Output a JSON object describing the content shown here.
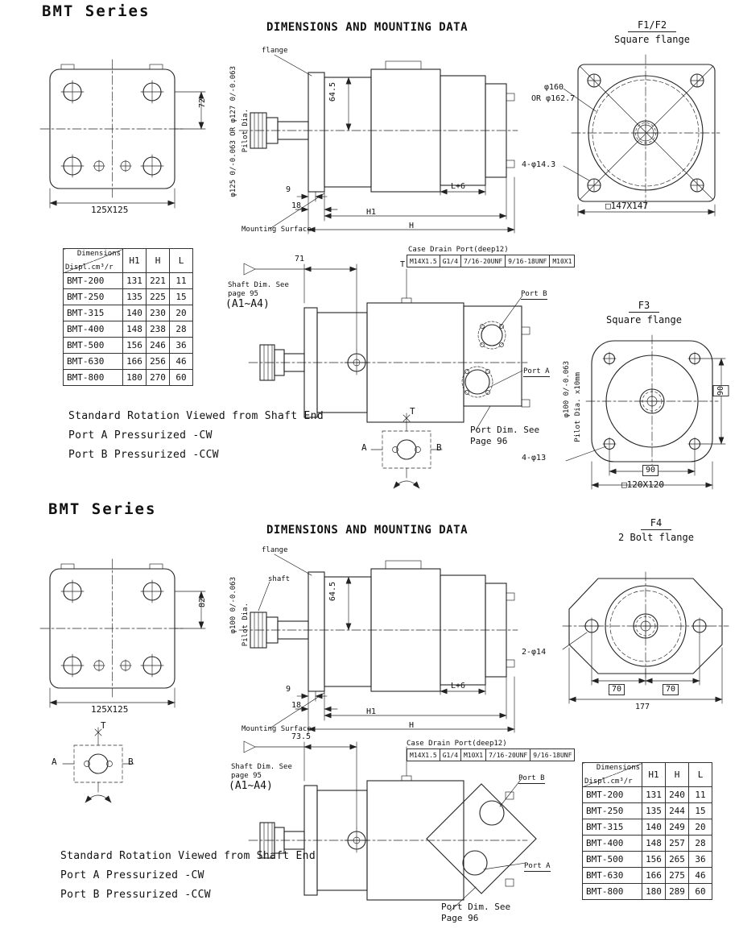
{
  "sections": [
    {
      "title": "BMT Series",
      "heading": "DIMENSIONS AND MOUNTING DATA",
      "front_view": {
        "height_dim": "72",
        "square_dim": "125X125"
      },
      "side_view": {
        "flange_label": "flange",
        "height_dim": "64.5",
        "pilot_dim": "φ125 0/-0.063 OR φ127 0/-0.063",
        "pilot_label": "Pilot Dia.",
        "dim_9": "9",
        "dim_18": "18",
        "dim_l_plus_6": "L+6",
        "dim_h1": "H1",
        "dim_h": "H",
        "mounting_surface": "Mounting Surface"
      },
      "flange_detail": {
        "code": "F1/F2",
        "name": "Square flange",
        "pilot_dia": "φ160",
        "pilot_dia_alt": "OR φ162.7",
        "bolt_holes": "4-φ14.3",
        "square_dim": "□147X147"
      },
      "dim_table": {
        "corner_top": "Dimensions",
        "corner_bottom": "Displ.cm³/r",
        "columns": [
          "H1",
          "H",
          "L"
        ],
        "rows": [
          [
            "BMT-200",
            "131",
            "221",
            "11"
          ],
          [
            "BMT-250",
            "135",
            "225",
            "15"
          ],
          [
            "BMT-315",
            "140",
            "230",
            "20"
          ],
          [
            "BMT-400",
            "148",
            "238",
            "28"
          ],
          [
            "BMT-500",
            "156",
            "246",
            "36"
          ],
          [
            "BMT-630",
            "166",
            "256",
            "46"
          ],
          [
            "BMT-800",
            "180",
            "270",
            "60"
          ]
        ]
      },
      "assembly": {
        "offset_dim": "71",
        "t_label": "T",
        "drain_label": "Case Drain Port(deep12)",
        "drain_threads": [
          "M14X1.5",
          "G1/4",
          "7/16-20UNF",
          "9/16-18UNF",
          "M10X1"
        ],
        "port_b": "Port B",
        "port_a": "Port A",
        "shaft_note_1": "Shaft Dim. See",
        "shaft_note_2": "page 95",
        "shaft_note_3": "(A1~A4)",
        "port_note_1": "Port Dim. See",
        "port_note_2": "Page 96"
      },
      "flange_detail_2": {
        "code": "F3",
        "name": "Square flange",
        "pilot_dim": "φ100 0/-0.063",
        "pilot_label": "Pilot Dia. x10mm",
        "dim_right": "90",
        "dim_bottom": "90",
        "bolt_holes": "4-φ13",
        "square_dim": "□120X120"
      },
      "rotation_notes": [
        "Standard Rotation Viewed from Shaft End",
        "Port A Pressurized -CW",
        "Port B Pressurized -CCW"
      ],
      "schematic": {
        "t": "T",
        "a": "A",
        "b": "B"
      }
    },
    {
      "title": "BMT Series",
      "heading": "DIMENSIONS AND MOUNTING DATA",
      "front_view": {
        "height_dim": "82",
        "square_dim": "125X125"
      },
      "side_view": {
        "flange_label": "flange",
        "shaft_label": "shaft",
        "height_dim": "64.5",
        "pilot_dim": "φ100 0/-0.063",
        "pilot_label": "Pilot Dia.",
        "dim_9": "9",
        "dim_18": "18",
        "dim_l_plus_6": "L+6",
        "dim_h1": "H1",
        "dim_h": "H",
        "mounting_surface": "Mounting Surface"
      },
      "flange_detail": {
        "code": "F4",
        "name": "2 Bolt flange",
        "bolt_holes": "2-φ14",
        "dim_left": "70",
        "dim_right": "70",
        "dim_width": "177"
      },
      "dim_table": {
        "corner_top": "Dimensions",
        "corner_bottom": "Displ.cm³/r",
        "columns": [
          "H1",
          "H",
          "L"
        ],
        "rows": [
          [
            "BMT-200",
            "131",
            "240",
            "11"
          ],
          [
            "BMT-250",
            "135",
            "244",
            "15"
          ],
          [
            "BMT-315",
            "140",
            "249",
            "20"
          ],
          [
            "BMT-400",
            "148",
            "257",
            "28"
          ],
          [
            "BMT-500",
            "156",
            "265",
            "36"
          ],
          [
            "BMT-630",
            "166",
            "275",
            "46"
          ],
          [
            "BMT-800",
            "180",
            "289",
            "60"
          ]
        ]
      },
      "assembly": {
        "offset_dim": "73.5",
        "drain_label": "Case Drain Port(deep12)",
        "drain_threads": [
          "M14X1.5",
          "G1/4",
          "M10X1",
          "7/16-20UNF",
          "9/16-18UNF"
        ],
        "port_b": "Port B",
        "port_a": "Port A",
        "shaft_note_1": "Shaft Dim. See",
        "shaft_note_2": "page 95",
        "shaft_note_3": "(A1~A4)",
        "port_note_1": "Port Dim. See",
        "port_note_2": "Page 96"
      },
      "rotation_notes": [
        "Standard Rotation Viewed from Shaft End",
        "Port A Pressurized -CW",
        "Port B Pressurized -CCW"
      ],
      "schematic": {
        "t": "T",
        "a": "A",
        "b": "B"
      }
    }
  ]
}
